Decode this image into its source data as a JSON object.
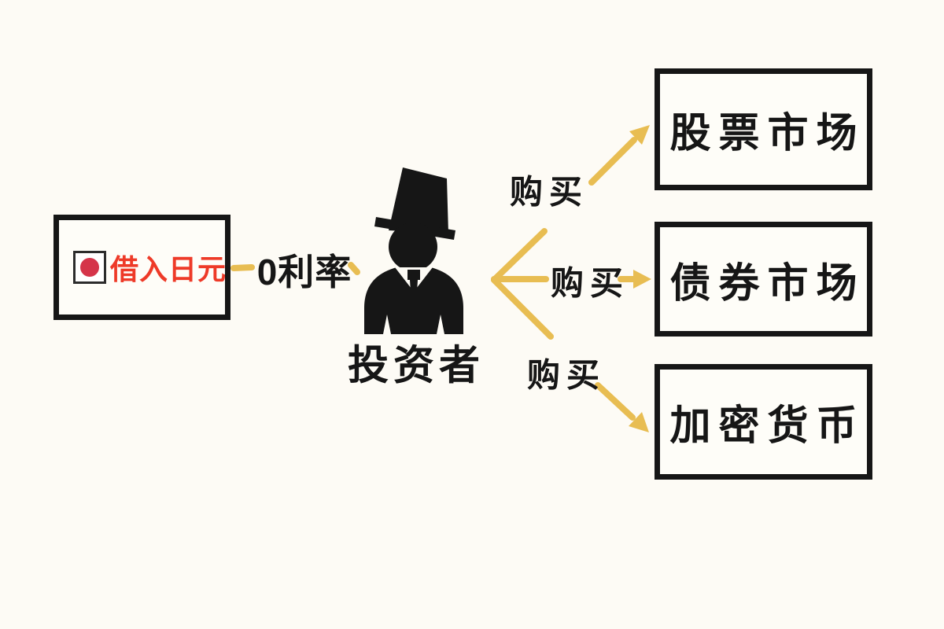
{
  "diagram": {
    "title_hint": "yen-carry-trade-flow",
    "source_box": {
      "label": "借入日元",
      "icon": "japan-flag-icon"
    },
    "rate_label": "0利率",
    "investor": {
      "label": "投资者",
      "icon": "investor-top-hat-icon"
    },
    "arrows": [
      {
        "label": "购买",
        "target": "股票市场"
      },
      {
        "label": "购买",
        "target": "债券市场"
      },
      {
        "label": "购买",
        "target": "加密货币"
      }
    ],
    "target_boxes": [
      {
        "label": "股票市场"
      },
      {
        "label": "债券市场"
      },
      {
        "label": "加密货币"
      }
    ],
    "colors": {
      "background": "#fdfbf5",
      "ink": "#161616",
      "arrow_gold": "#e8bd52",
      "source_text_red": "#ee3a28",
      "flag_red": "#d53449"
    }
  }
}
